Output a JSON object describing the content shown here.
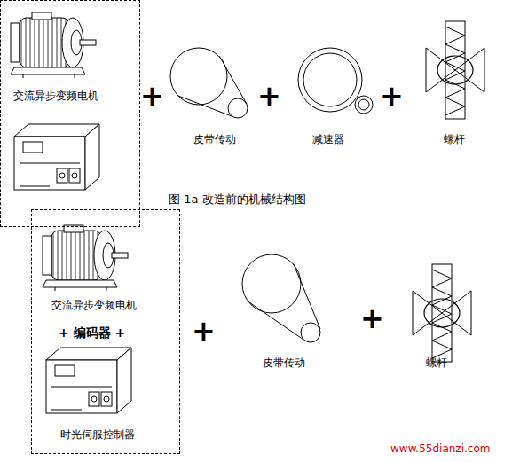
{
  "diagram": {
    "caption": "图 1a 改造前的机械结构图",
    "nodes": [
      {
        "text": [
          "交流异步变频电机"
        ]
      },
      {
        "text": [
          "交流异步变频电机",
          "+ 编码器 +",
          "时光伺服控制器"
        ]
      }
    ],
    "labels": [
      "+",
      "皮带传动",
      "+",
      "减速器",
      "+",
      "螺杆",
      "+",
      "皮带传动",
      "+",
      "螺杆",
      "www.55dianzi.com"
    ]
  }
}
